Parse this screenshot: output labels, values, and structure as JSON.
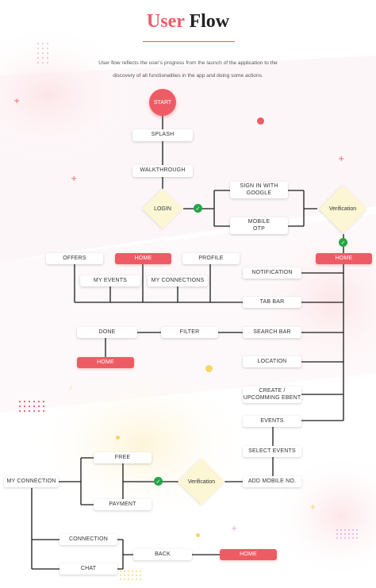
{
  "header": {
    "title_part1": "User",
    "title_part2": "Flow",
    "subtitle": "User flow reflects the user's progress from the launch of the application to the discovery of all functionalities in the app and doing some actions."
  },
  "colors": {
    "accent": "#ef5b64",
    "check": "#22a546",
    "diamond": "#fdf6d4",
    "line": "#1a1a1a"
  },
  "nodes": {
    "start": "START",
    "splash": "SPLASH",
    "walkthrough": "WALKTHROUGH",
    "login": "LOGIN",
    "signin_google": "SIGN IN WITH\nGOOGLE",
    "mobile_otp": "MOBILE\nOTP",
    "verification_top": "Verification",
    "home_right": "HOME",
    "offers": "OFFERS",
    "home_top": "HOME",
    "profile": "PROFILE",
    "my_events": "MY EVENTS",
    "my_connections": "MY CONNECTIONS",
    "notification": "NOTIFICATION",
    "tab_bar": "TAB BAR",
    "done": "DONE",
    "filter": "FILTER",
    "search_bar": "SEARCH BAR",
    "home_mid": "HOME",
    "location": "LOCATION",
    "create_event": "CREATE /\nUPCOMMING EBENT",
    "events": "EVENTS",
    "select_events": "SELECT EVENTS",
    "add_mobile": "ADD MOBILE NO.",
    "verification_bottom": "Verification",
    "free": "FREE",
    "payment": "PAYMENT",
    "my_connection": "MY CONNECTION",
    "connection": "CONNECTION",
    "back": "BACK",
    "home_bottom": "HOME",
    "chat": "CHAT",
    "check_mark": "✓"
  }
}
